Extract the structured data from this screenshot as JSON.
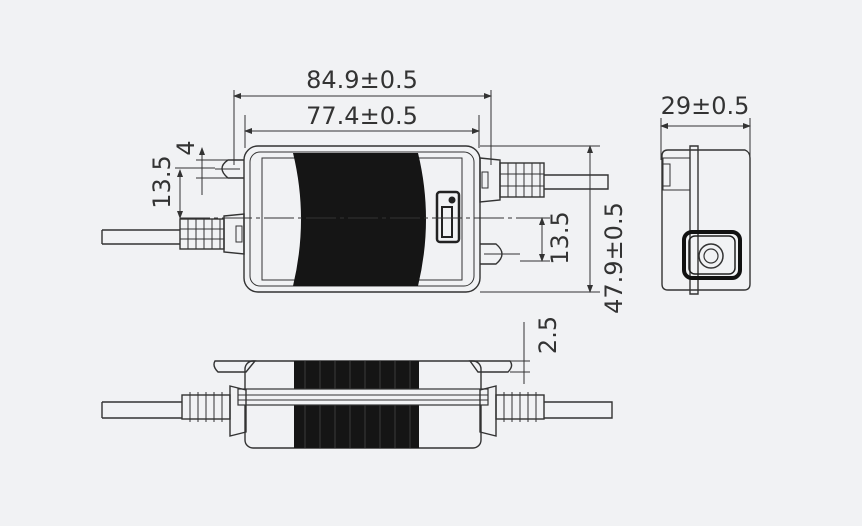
{
  "drawing": {
    "title": "Power adapter dimension drawing",
    "background": "#f1f2f4",
    "line_color": "#333333",
    "views": [
      "top-view",
      "end-view",
      "side-view"
    ]
  },
  "dimensions": {
    "overall_length": "84.9±0.5",
    "body_length": "77.4±0.5",
    "overall_height": "47.9±0.5",
    "width": "29±0.5",
    "slot_width": "4",
    "left_offset": "13.5",
    "right_offset": "13.5",
    "flange_thickness": "2.5"
  }
}
